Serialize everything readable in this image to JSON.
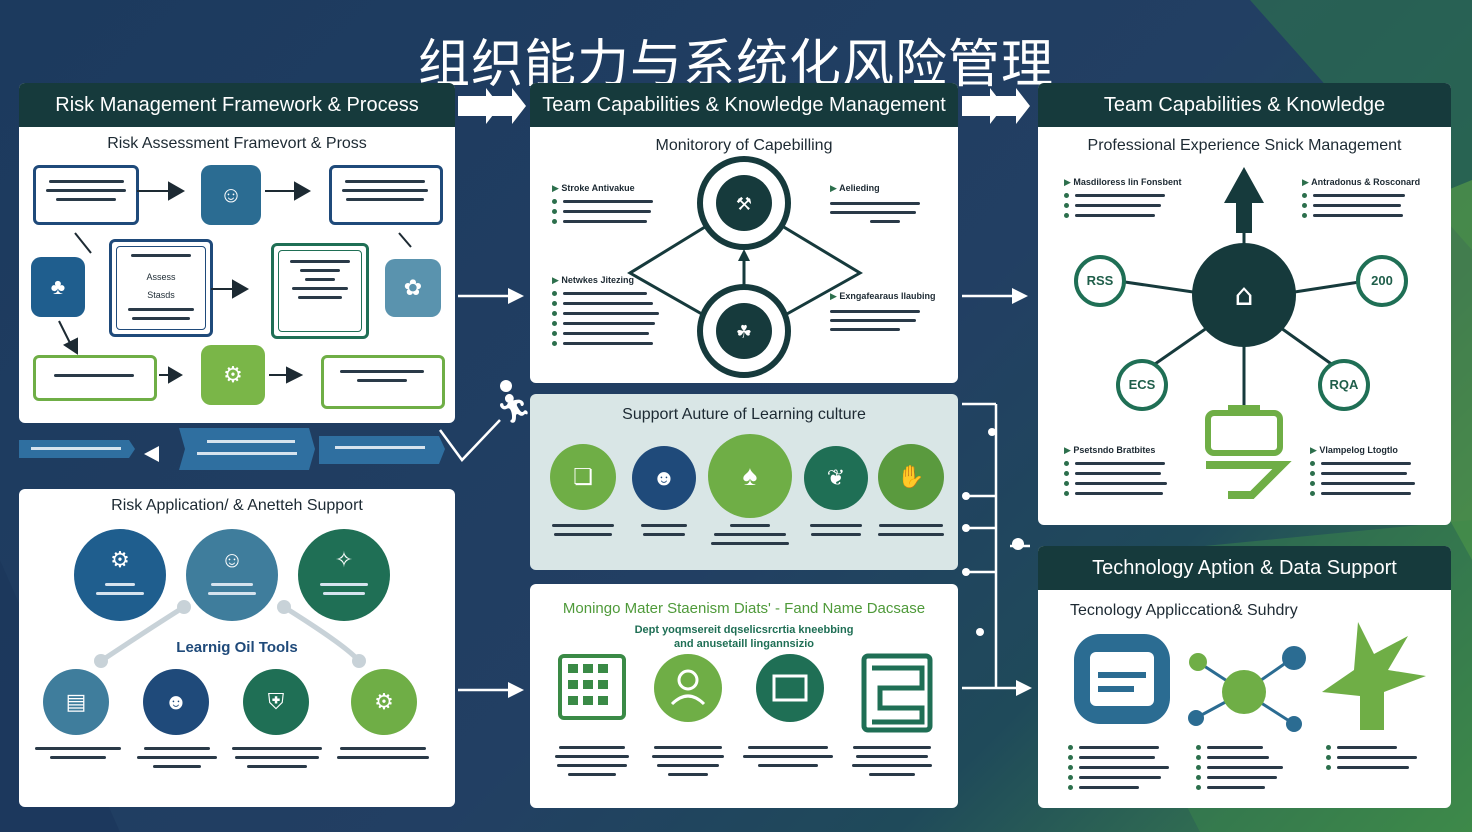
{
  "title": "组织能力与系统化风险管理",
  "colors": {
    "navy": "#1f4a7a",
    "teal": "#1f6f55",
    "green": "#6fae46",
    "dark_header": "#163a3c",
    "slate": "#3f7d9c"
  },
  "panel_risk_framework": {
    "header": "Risk Management Framework & Process",
    "subtitle": "Risk Assessment Framevort & Pross",
    "box_labels": [
      "Assess",
      "Stasds"
    ]
  },
  "panel_team_capabilities": {
    "header": "Team Capabilities & Knowledge Management",
    "subtitle": "Monitorory of Capebilling",
    "bullet_heads": [
      "Stroke Antivakue",
      "Netwkes Jitezing",
      "Aelieding",
      "Exngafearaus llaubing"
    ]
  },
  "panel_team_knowledge": {
    "header": "Team Capabilities & Knowledge",
    "subtitle": "Professional Experience Snick Management",
    "nodes": [
      "RSS",
      "200",
      "ECS",
      "RQA"
    ],
    "bullet_heads": [
      "Masdiloress lin Fonsbent",
      "Antradonus & Rosconard",
      "Psetsndo Bratbites",
      "Vlampelog Ltogtlo"
    ]
  },
  "panel_learning_culture": {
    "subtitle": "Support Auture of Learning culture"
  },
  "panel_risk_application": {
    "subtitle": "Risk Application/ & Anetteh Support",
    "label": "Learnig Oil Tools"
  },
  "panel_monitoring": {
    "subtitle": "Moningo Mater Staenism Diats' - Fand Name Dacsase",
    "description": [
      "Dept yoqmsereit dqselicsrcrtia kneebbing",
      "and anusetaill lingannsizio"
    ]
  },
  "panel_technology": {
    "header": "Technology Aption & Data Support",
    "subtitle": "Tecnology Appliccation& Suhdry"
  }
}
